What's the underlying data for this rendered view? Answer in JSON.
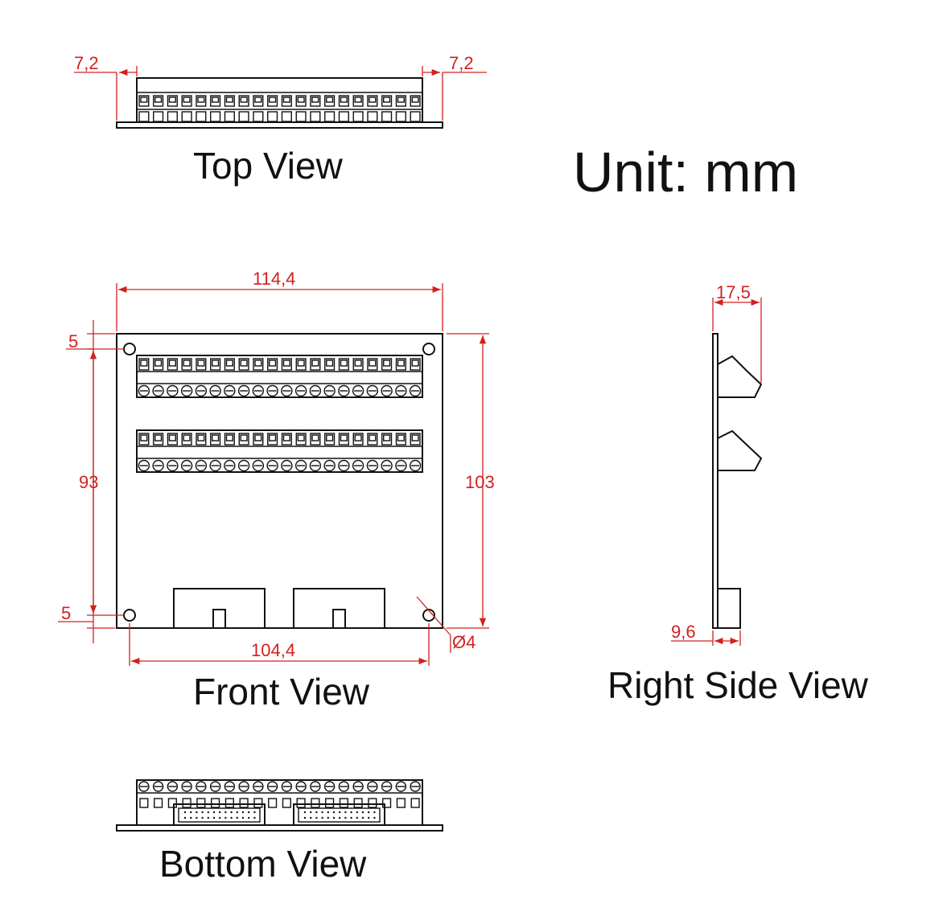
{
  "views": {
    "top": "Top View",
    "front": "Front View",
    "bottom": "Bottom View",
    "right_side": "Right Side View"
  },
  "unit_label": "Unit: mm",
  "dimensions": {
    "top_left_offset": "7,2",
    "top_right_offset": "7,2",
    "overall_width": "114,4",
    "hole_spacing_width": "104,4",
    "overall_height": "103",
    "hole_spacing_height": "93",
    "hole_margin_top": "5",
    "hole_margin_bottom": "5",
    "hole_diameter": "Ø4",
    "side_depth": "17,5",
    "side_connector_depth": "9,6"
  },
  "colors": {
    "outline": "#111111",
    "dimension": "#d32020"
  },
  "terminal_pins_per_row": 20
}
